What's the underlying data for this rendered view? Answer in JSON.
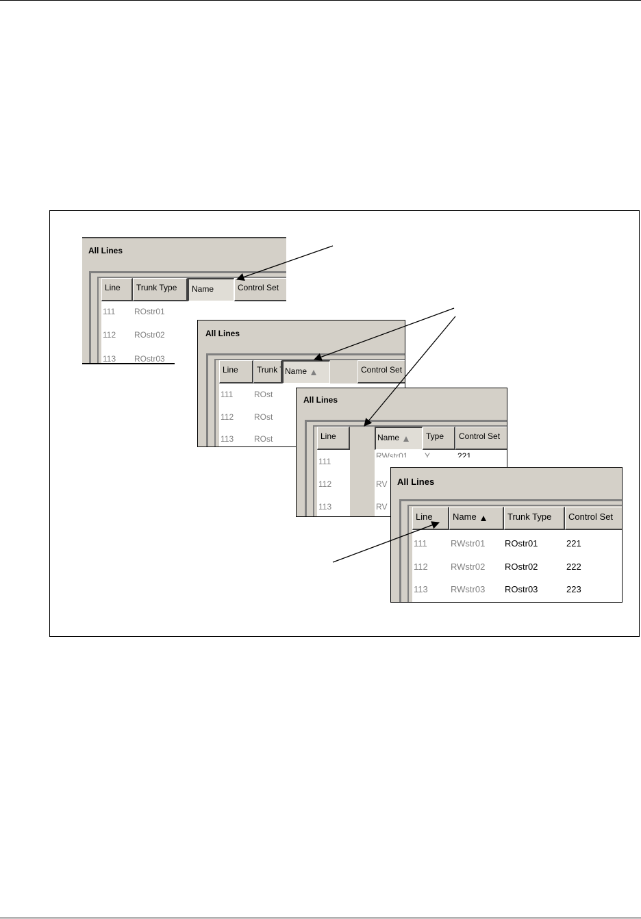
{
  "shots": [
    {
      "title": "All Lines",
      "columns": [
        "Line",
        "Trunk Type",
        "Name",
        "Control Set"
      ],
      "rows": [
        [
          "111",
          "ROstr01"
        ],
        [
          "112",
          "ROstr02"
        ],
        [
          "113",
          "ROstr03"
        ]
      ]
    },
    {
      "title": "All Lines",
      "columns": [
        "Line",
        "Trunk T",
        "Name",
        "",
        "Control Set"
      ],
      "rows": [
        [
          "111",
          "ROst"
        ],
        [
          "112",
          "ROst"
        ],
        [
          "113",
          "ROst"
        ]
      ]
    },
    {
      "title": "All Lines",
      "columns": [
        "Line",
        "",
        "Name",
        "Type",
        "Control Set"
      ],
      "rows": [
        [
          "111",
          "RWstr01",
          "Y",
          "221"
        ],
        [
          "112",
          "RV"
        ],
        [
          "113",
          "RV"
        ]
      ]
    },
    {
      "title": "All Lines",
      "columns": [
        "Line",
        "Name",
        "Trunk Type",
        "Control Set"
      ],
      "rows": [
        [
          "111",
          "RWstr01",
          "ROstr01",
          "221"
        ],
        [
          "112",
          "RWstr02",
          "ROstr02",
          "222"
        ],
        [
          "113",
          "RWstr03",
          "ROstr03",
          "223"
        ]
      ]
    }
  ],
  "callout_icon": "arrow-icon"
}
